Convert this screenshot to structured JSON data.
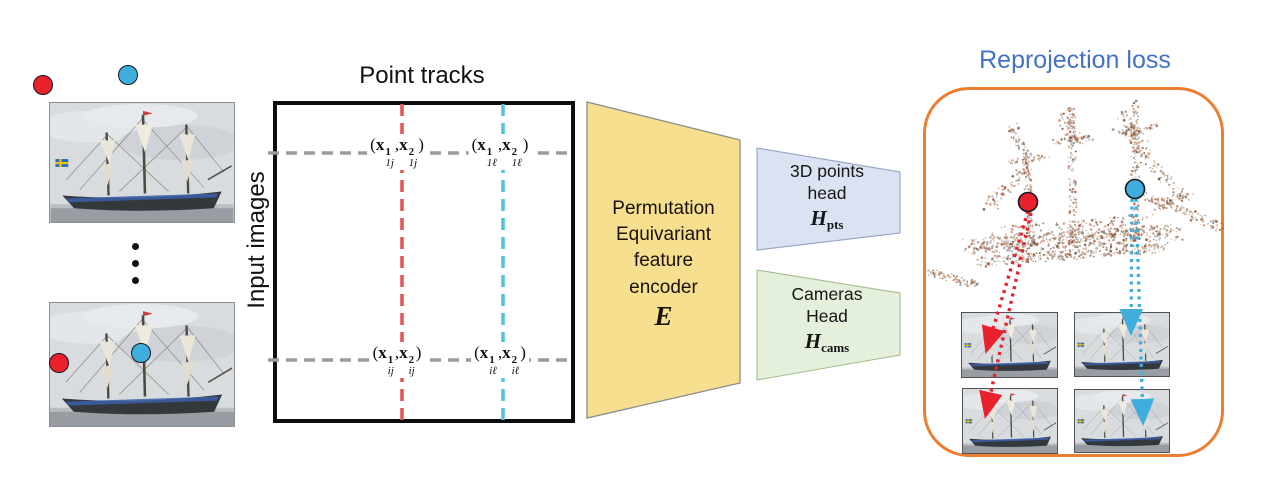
{
  "colors": {
    "accent_orange": "#ED7D31",
    "loss_title_blue": "#4472C4",
    "encoder_fill": "#F6DF8E",
    "encoder_stroke": "#8C8C8C",
    "points_head_fill": "#DBE2F1",
    "points_head_stroke": "#93A3C4",
    "cameras_head_fill": "#E4F0DB",
    "cameras_head_stroke": "#A3BC8B",
    "track_red": "#E05A5A",
    "track_blue": "#55C3DD",
    "dash_gray": "#9B9B9B",
    "marker_red": "#E8212D",
    "marker_blue": "#3FAEDD"
  },
  "input": {
    "label": "Input images"
  },
  "point_tracks": {
    "title": "Point tracks",
    "math": {
      "open": "(",
      "comma": ",",
      "close": ")",
      "vec": "x"
    },
    "rows": [
      {
        "tuples": [
          {
            "sup_a": "1",
            "sub_a": "1j",
            "sup_b": "2",
            "sub_b": "1j"
          },
          {
            "sup_a": "1",
            "sub_a": "1ℓ",
            "sup_b": "2",
            "sub_b": "1ℓ"
          }
        ]
      },
      {
        "tuples": [
          {
            "sup_a": "1",
            "sub_a": "ij",
            "sup_b": "2",
            "sub_b": "ij"
          },
          {
            "sup_a": "1",
            "sub_a": "iℓ",
            "sup_b": "2",
            "sub_b": "iℓ"
          }
        ]
      }
    ]
  },
  "encoder": {
    "lines": [
      "Permutation",
      "Equivariant",
      "feature",
      "encoder"
    ],
    "symbol": "E"
  },
  "heads": [
    {
      "lines": [
        "3D points",
        "head"
      ],
      "symbol": "H",
      "subscript": "pts"
    },
    {
      "lines": [
        "Cameras",
        "Head"
      ],
      "symbol": "H",
      "subscript": "cams"
    }
  ],
  "reprojection": {
    "title": "Reprojection loss"
  }
}
